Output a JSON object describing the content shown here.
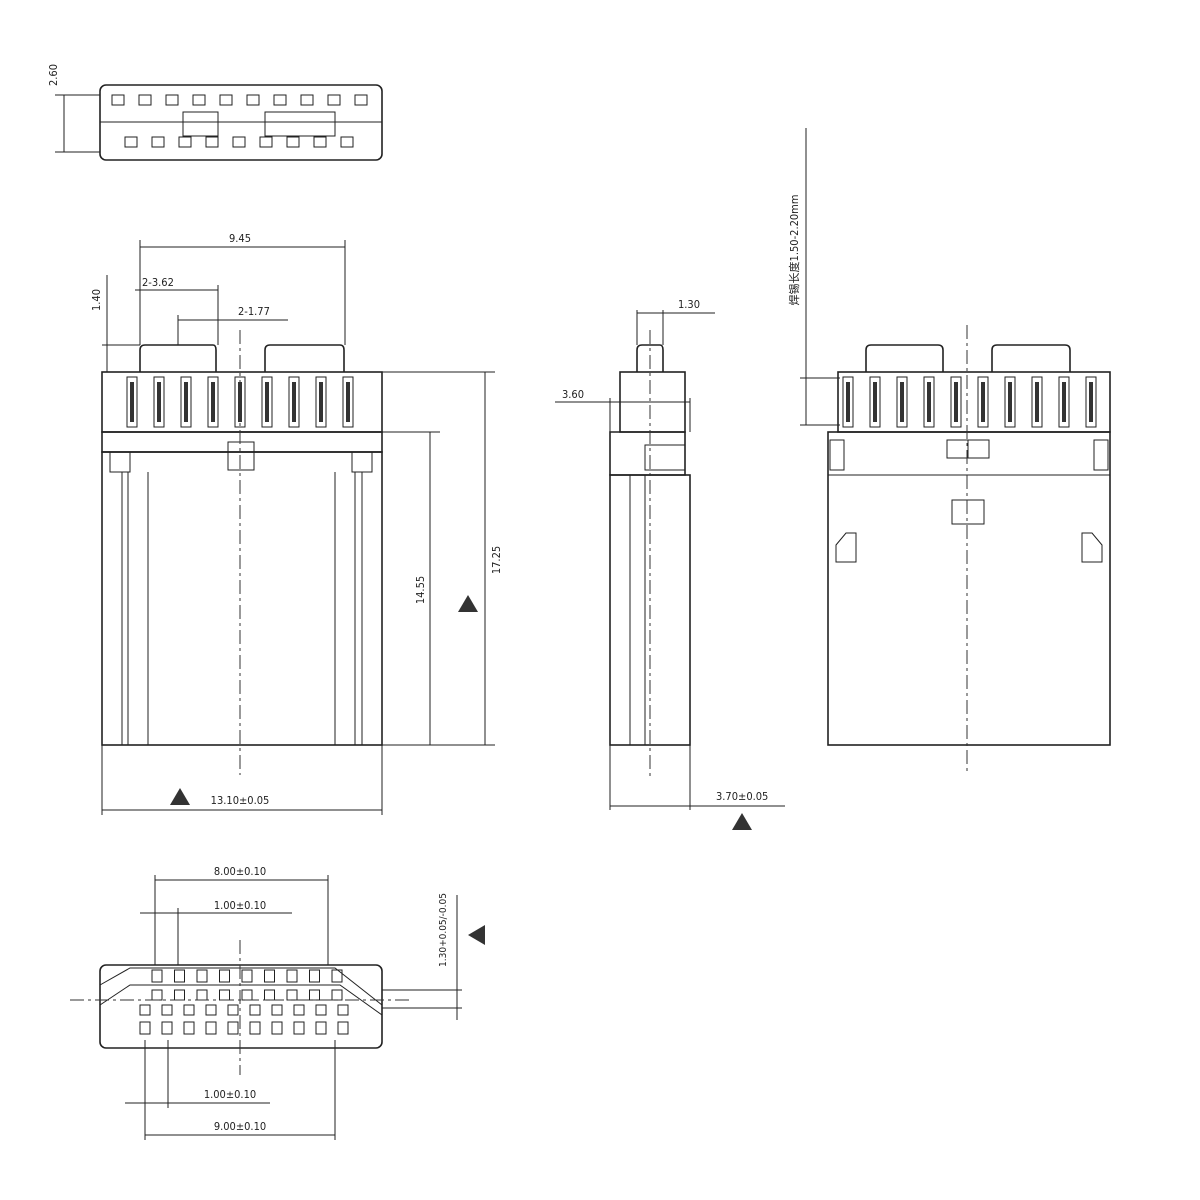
{
  "dimensions": {
    "top_height": "2.60",
    "front_width_tabs": "9.45",
    "tab_width": "2-3.62",
    "tab_gap": "2-1.77",
    "tab_height": "1.40",
    "body_height_lower": "14.55",
    "body_height_total": "17.25",
    "body_width": "13.10±0.05",
    "pin_width": "1.30",
    "side_depth": "3.60",
    "side_thickness": "3.70±0.05",
    "solder_length": "焊锡长度1.50-2.20mm",
    "pitch_top_span": "8.00±0.10",
    "pitch_top": "1.00±0.10",
    "pitch_bottom": "1.00±0.10",
    "pitch_bottom_span": "9.00±0.10",
    "pin_offset": "1.30+0.05/-0.05"
  },
  "colors": {
    "line": "#222222",
    "background": "#ffffff"
  }
}
